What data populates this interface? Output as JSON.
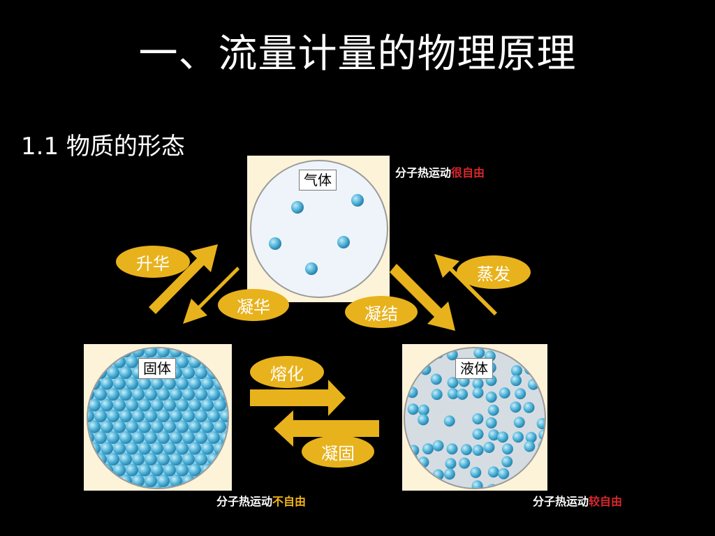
{
  "title": "一、流量计量的物理原理",
  "heading": "1.1 物质的形态",
  "states": {
    "gas": "气体",
    "solid": "固体",
    "liquid": "液体"
  },
  "transitions": {
    "sublimation": "升华",
    "desublimation": "凝华",
    "condensation": "凝结",
    "evaporation": "蒸发",
    "melting": "熔化",
    "freezing": "凝固"
  },
  "notes": {
    "gas": {
      "prefix": "分子热运动",
      "emph": "很自由"
    },
    "solid": {
      "prefix": "分子热运动",
      "emph": "不自由"
    },
    "liquid": {
      "prefix": "分子热运动",
      "emph": "较自由"
    }
  },
  "colors": {
    "background": "#000000",
    "arrow": "#e8b21c",
    "highlight_red": "#d9262b",
    "highlight_yellow": "#f2b418",
    "particle": "#4fb3d9",
    "panel": "#fdf3d8"
  }
}
